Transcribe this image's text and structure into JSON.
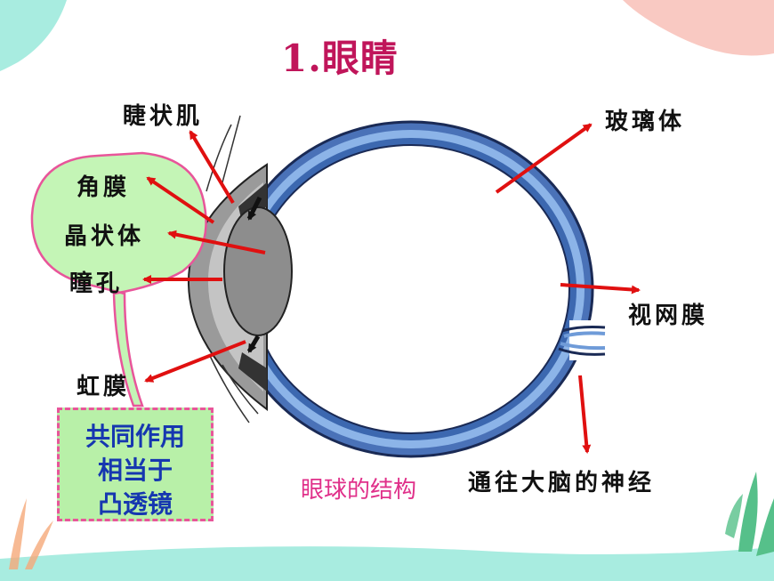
{
  "title": "1.眼睛",
  "labels": {
    "ciliary_muscle": "睫状肌",
    "cornea": "角膜",
    "lens": "晶状体",
    "pupil": "瞳孔",
    "iris": "虹膜",
    "vitreous_body": "玻璃体",
    "retina": "视网膜",
    "optic_nerve": "通往大脑的神经"
  },
  "note_box": {
    "line1": "共同作用",
    "line2": "相当于",
    "line3": "凸透镜"
  },
  "caption": "眼球的结构",
  "colors": {
    "title": "#c0155a",
    "arrow": "#e01010",
    "sclera_blue": "#6f9bd8",
    "note_box_bg": "#b8f0a8",
    "note_box_text": "#1637b0",
    "caption": "#e0308a"
  }
}
